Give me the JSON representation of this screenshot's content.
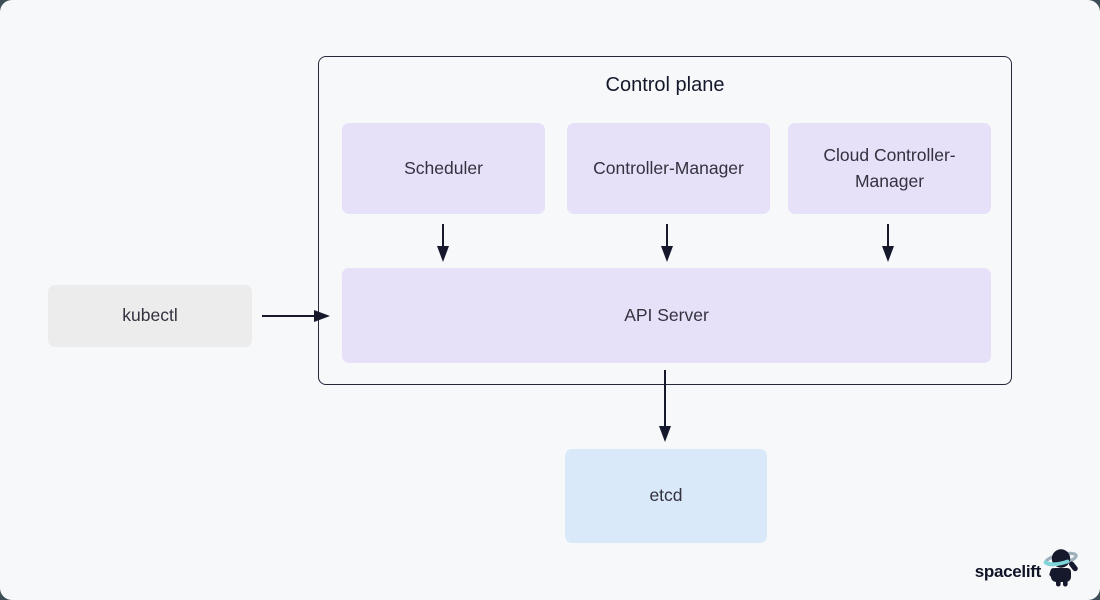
{
  "canvas": {
    "background": "#f7f8fa",
    "outside_background": "#3d4e57"
  },
  "diagram": {
    "control_plane": {
      "title": "Control plane",
      "components": [
        {
          "label": "Scheduler"
        },
        {
          "label": "Controller-Manager"
        },
        {
          "label": "Cloud Controller-Manager"
        }
      ],
      "api_server": {
        "label": "API Server"
      }
    },
    "kubectl": {
      "label": "kubectl"
    },
    "etcd": {
      "label": "etcd"
    },
    "arrows": [
      {
        "from": "scheduler",
        "to": "api-server",
        "direction": "down"
      },
      {
        "from": "controller-manager",
        "to": "api-server",
        "direction": "down"
      },
      {
        "from": "cloud-controller-manager",
        "to": "api-server",
        "direction": "down"
      },
      {
        "from": "kubectl",
        "to": "control-plane-api-server",
        "direction": "right"
      },
      {
        "from": "api-server",
        "to": "etcd",
        "direction": "down"
      }
    ]
  },
  "branding": {
    "logo_text": "spacelift"
  },
  "colors": {
    "component_fill": "#e7e0f9",
    "kubectl_fill": "#ececec",
    "etcd_fill": "#d9e9f9",
    "arrow": "#15192b",
    "label_text": "#33323e",
    "title_text": "#13182b",
    "control_plane_border": "#23283a",
    "logo_text": "#0f1527",
    "logo_ring_teal": "#7dd6da",
    "logo_ring_gray": "#9fb0bb"
  }
}
